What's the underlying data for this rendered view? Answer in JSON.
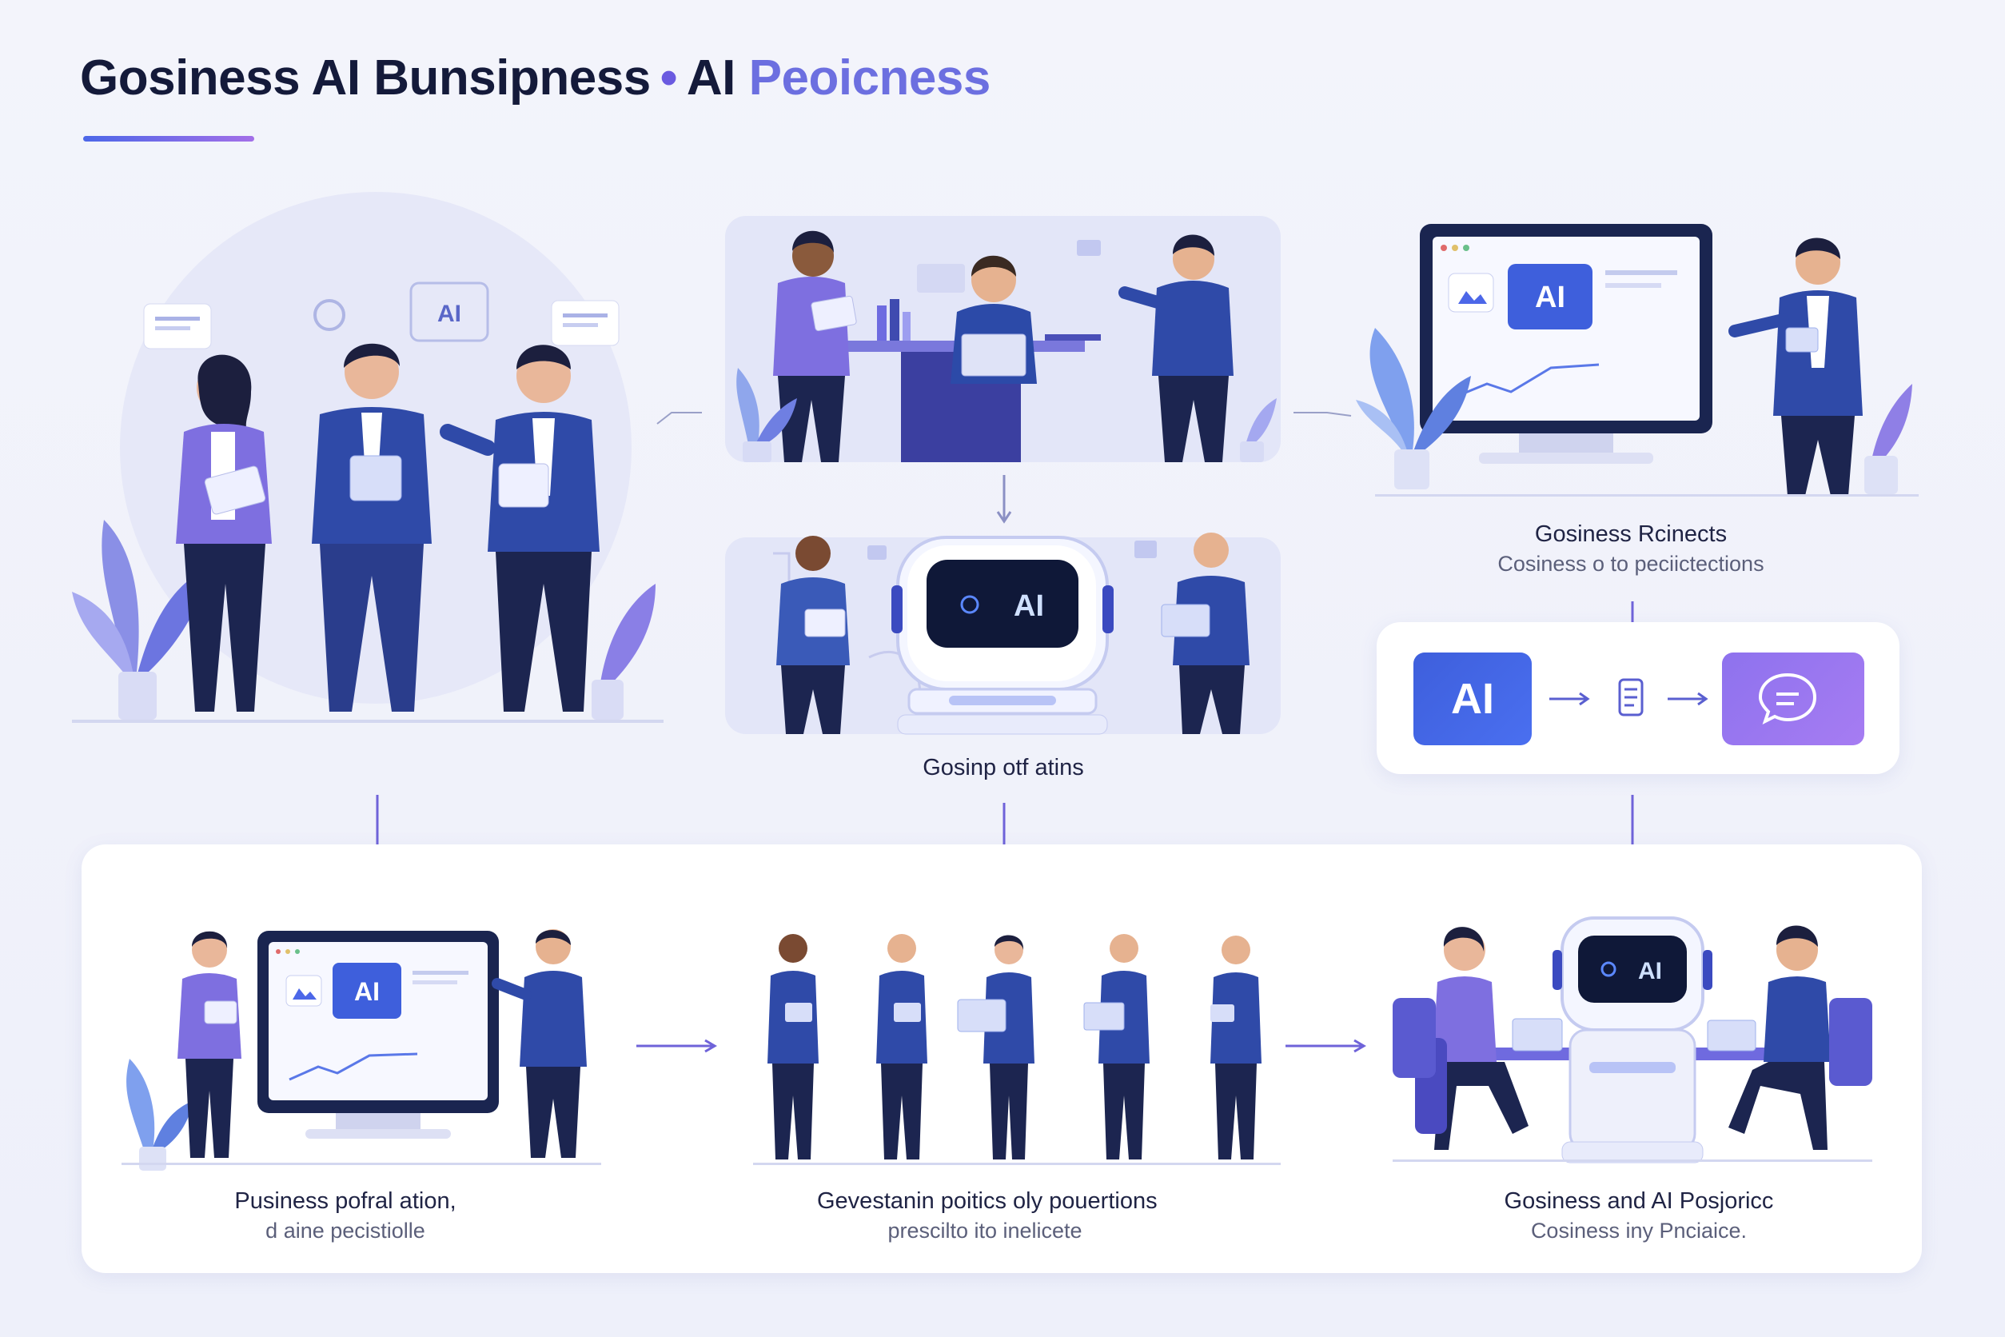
{
  "title": {
    "part1": "Gosiness AI Bunsipness",
    "separator": "•",
    "part2a": "AI ",
    "part2b": "Peoicness"
  },
  "flow_top": {
    "badge_ai": "AI"
  },
  "scene_meeting": {
    "board_icon": "AI"
  },
  "scene_office": {},
  "scene_robot": {
    "screen_label": "AI",
    "caption": "Gosinp otf atins"
  },
  "scene_presentation": {
    "screen_label": "AI",
    "caption_title": "Gosiness Rcinects",
    "caption_sub": "Cosiness o to peciictections"
  },
  "ai_flow_card": {
    "ai_tile": "AI",
    "doc_icon": "document-icon",
    "chat_icon": "chat-bubble-icon"
  },
  "bottom": {
    "step1": {
      "screen_label": "AI",
      "caption_title": "Pusiness pofral ation,",
      "caption_sub": "d aine pecistiolle"
    },
    "step2": {
      "caption_title": "Gevestanin poitics oly pouertions",
      "caption_sub": "prescilto ito inelicete"
    },
    "step3": {
      "screen_label": "AI",
      "caption_title": "Gosiness and AI Posjoricc",
      "caption_sub": "Cosiness iny Pnciaice."
    }
  },
  "colors": {
    "navy": "#1f2b6e",
    "blue": "#3f5bd6",
    "purple": "#7b6ee6",
    "violet": "#9a6ff0",
    "panel": "#e3e6f8",
    "arrow": "#6f63d9"
  }
}
